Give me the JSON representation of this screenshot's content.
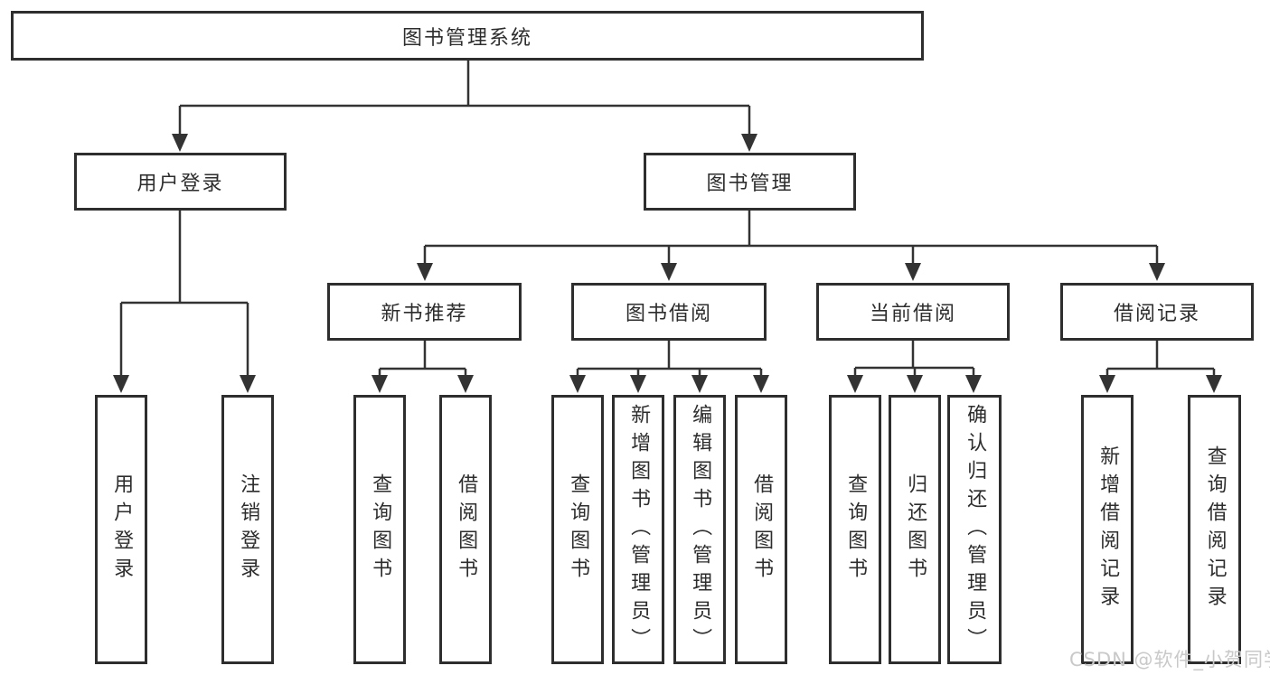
{
  "tree": {
    "root": {
      "label": "图书管理系统",
      "children": [
        {
          "label": "用户登录",
          "children": [
            {
              "label": "用户登录"
            },
            {
              "label": "注销登录"
            }
          ]
        },
        {
          "label": "图书管理",
          "children": [
            {
              "label": "新书推荐",
              "children": [
                {
                  "label": "查询图书"
                },
                {
                  "label": "借阅图书"
                }
              ]
            },
            {
              "label": "图书借阅",
              "children": [
                {
                  "label": "查询图书"
                },
                {
                  "label": "新增图书（管理员）"
                },
                {
                  "label": "编辑图书（管理员）"
                },
                {
                  "label": "借阅图书"
                }
              ]
            },
            {
              "label": "当前借阅",
              "children": [
                {
                  "label": "查询图书"
                },
                {
                  "label": "归还图书"
                },
                {
                  "label": "确认归还（管理员）"
                }
              ]
            },
            {
              "label": "借阅记录",
              "children": [
                {
                  "label": "新增借阅记录"
                },
                {
                  "label": "查询借阅记录"
                }
              ]
            }
          ]
        }
      ]
    }
  },
  "watermark": {
    "text": "CSDN @软件_小贺同学"
  },
  "colors": {
    "line": "#333333",
    "box_border": "#2e2e2e",
    "text": "#2d2d2d",
    "watermark": "#c9c9c9",
    "background": "#ffffff"
  }
}
